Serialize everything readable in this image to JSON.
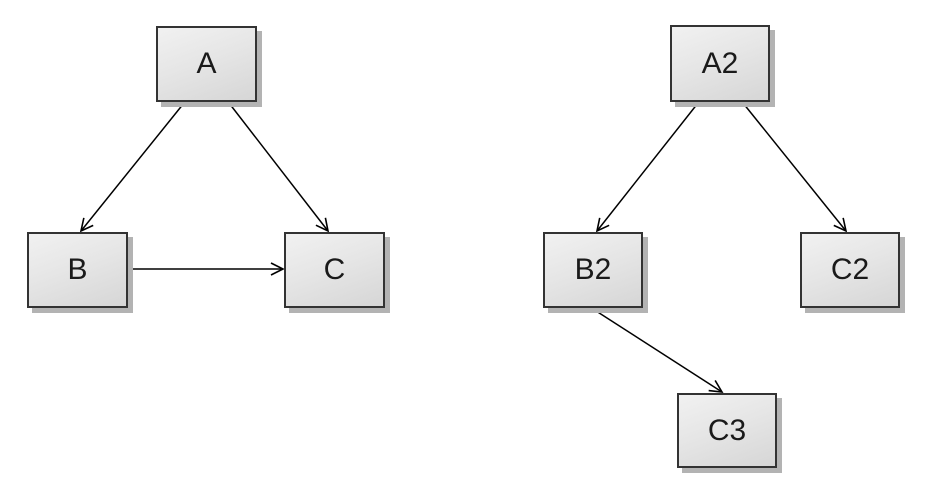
{
  "style": {
    "node_fill_top": "#f1f1f1",
    "node_fill_bottom": "#d6d6d6",
    "node_border": "#333333",
    "node_shadow": "#b3b3b3",
    "edge_color": "#000000",
    "background": "#ffffff"
  },
  "left_diagram": {
    "nodes": {
      "a": {
        "label": "A"
      },
      "b": {
        "label": "B"
      },
      "c": {
        "label": "C"
      }
    },
    "edges": [
      {
        "from": "A",
        "to": "B"
      },
      {
        "from": "A",
        "to": "C"
      },
      {
        "from": "B",
        "to": "C"
      }
    ]
  },
  "right_diagram": {
    "nodes": {
      "a2": {
        "label": "A2"
      },
      "b2": {
        "label": "B2"
      },
      "c2": {
        "label": "C2"
      },
      "c3": {
        "label": "C3"
      }
    },
    "edges": [
      {
        "from": "A2",
        "to": "B2"
      },
      {
        "from": "A2",
        "to": "C2"
      },
      {
        "from": "B2",
        "to": "C3"
      }
    ]
  }
}
